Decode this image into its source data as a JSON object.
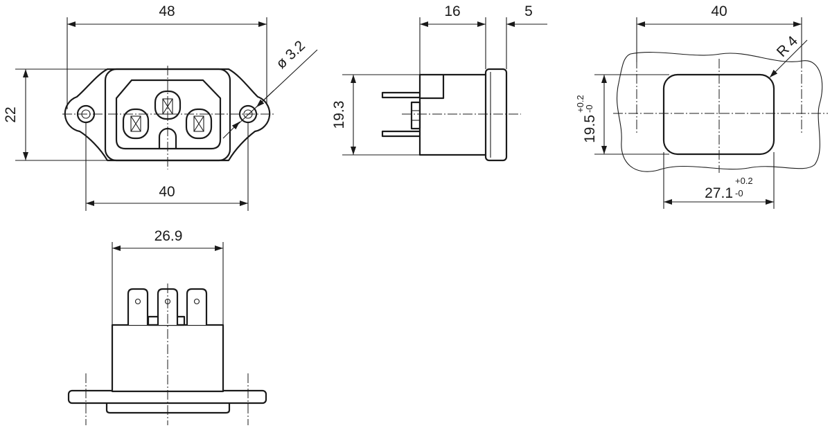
{
  "front_view": {
    "overall_width": "48",
    "height": "22",
    "hole_pitch": "40",
    "hole_diameter": "ø 3.2"
  },
  "side_view": {
    "body_depth": "16",
    "flange_thickness": "5",
    "height": "19.3"
  },
  "panel_cutout": {
    "pitch": "40",
    "radius": "R 4",
    "height_value": "19.5",
    "height_tol_plus": "+0.2",
    "height_tol_minus": "-0",
    "width_value": "27.1",
    "width_tol_plus": "+0.2",
    "width_tol_minus": "-0"
  },
  "bottom_view": {
    "width": "26.9"
  }
}
